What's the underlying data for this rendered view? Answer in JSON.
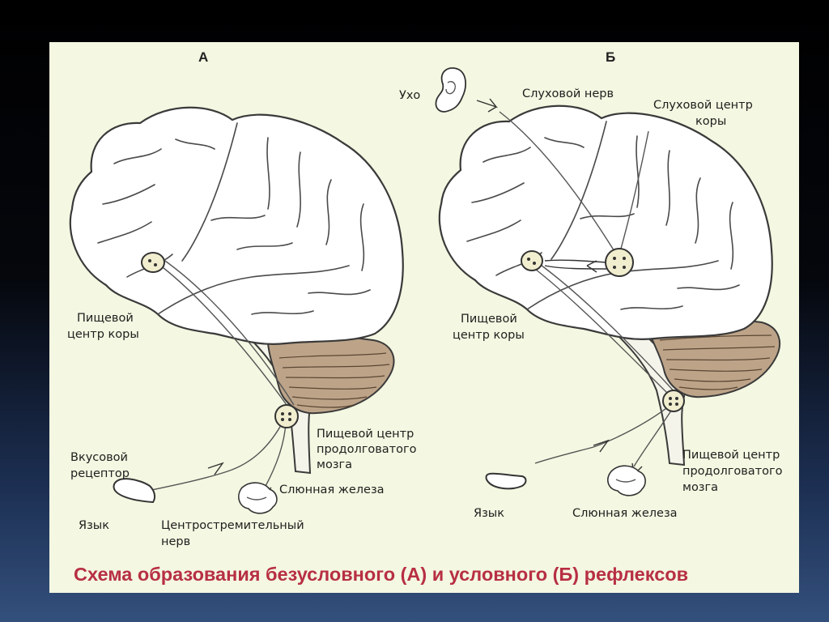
{
  "panels": {
    "a": {
      "letter": "А",
      "labels": {
        "food_center_cortex_1": "Пищевой",
        "food_center_cortex_2": "центр  коры",
        "medulla_center_1": "Пищевой центр",
        "medulla_center_2": "продолговатого",
        "medulla_center_3": "мозга",
        "taste_receptor_1": "Вкусовой",
        "taste_receptor_2": "рецептор",
        "salivary_gland": "Слюнная железа",
        "tongue": "Язык",
        "afferent_nerve_1": "Центростремительный",
        "afferent_nerve_2": "нерв"
      }
    },
    "b": {
      "letter": "Б",
      "labels": {
        "ear": "Ухо",
        "auditory_nerve": "Слуховой нерв",
        "auditory_center_1": "Слуховой центр",
        "auditory_center_2": "коры",
        "food_center_cortex_1": "Пищевой",
        "food_center_cortex_2": "центр коры",
        "medulla_center_1": "Пищевой центр",
        "medulla_center_2": "продолговатого",
        "medulla_center_3": "мозга",
        "tongue": "Язык",
        "salivary_gland": "Слюнная железа"
      }
    }
  },
  "caption": "Схема образования безусловного (А) и условного (Б) рефлексов"
}
